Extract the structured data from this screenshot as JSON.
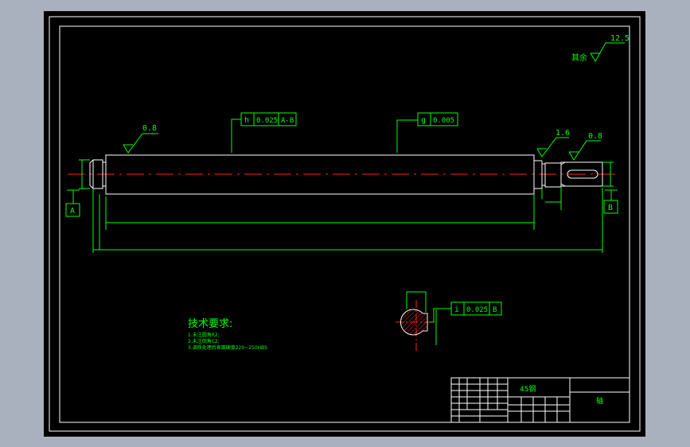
{
  "surface_roughness": {
    "general_note": "其余",
    "general_value": "12.5",
    "left_end": "0.8",
    "right_journal": "1.6",
    "right_end": "0.8"
  },
  "tolerance_frames": {
    "runout": {
      "symbol": "h",
      "value": "0.025",
      "datum": "A-B"
    },
    "cylindricity": {
      "symbol": "g",
      "value": "0.005"
    },
    "symmetry": {
      "symbol": "i",
      "value": "0.025",
      "datum": "B"
    }
  },
  "datums": {
    "left": "A",
    "right": "B"
  },
  "technical_requirements": {
    "title": "技术要求:",
    "items": [
      "1.未注圆角R2;",
      "2.未注倒角C2;",
      "3.调质处理后表面硬度220~250HBS"
    ]
  },
  "title_block": {
    "material": "45钢",
    "part_name": "轴"
  },
  "colors": {
    "background": "#000000",
    "outline": "#ffffff",
    "dimensions": "#00ff00",
    "centerline": "#ff2020",
    "roughness_symbol": "#ffff00",
    "frame": "#a9b1bf"
  }
}
